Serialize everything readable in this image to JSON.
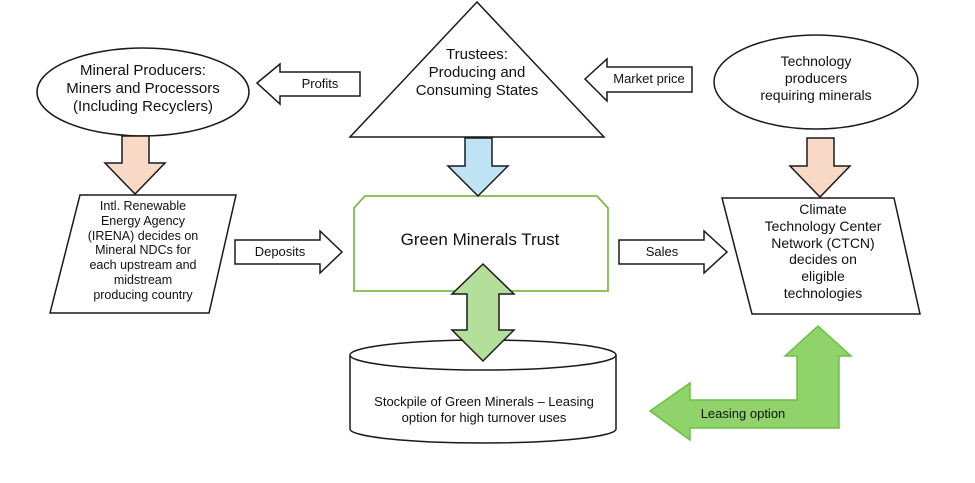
{
  "nodes": {
    "mineral_producers": "Mineral Producers:\nMiners and Processors\n(Including Recyclers)",
    "trustees": "Trustees:\nProducing and\nConsuming States",
    "technology_producers": "Technology\nproducers\nrequiring minerals",
    "irena": "Intl. Renewable\nEnergy Agency\n(IRENA)  decides on\nMineral NDCs for\neach upstream and\nmidstream\nproducing country",
    "green_minerals_trust": "Green Minerals Trust",
    "ctcn": "Climate\nTechnology Center\nNetwork (CTCN)\ndecides on\neligible\ntechnologies",
    "stockpile": "Stockpile of Green Minerals – Leasing\noption for high turnover uses"
  },
  "arrows": {
    "profits": "Profits",
    "market_price": "Market price",
    "deposits": "Deposits",
    "sales": "Sales",
    "leasing_option": "Leasing option"
  },
  "colors": {
    "outline": "#1a1a1a",
    "trust_border": "#7cbd4a",
    "down_arrow_peach": "#f8d9c6",
    "down_arrow_blue": "#bde3f5",
    "double_arrow_green": "#b4df9a",
    "leasing_arrow_green": "#8fd36a"
  }
}
